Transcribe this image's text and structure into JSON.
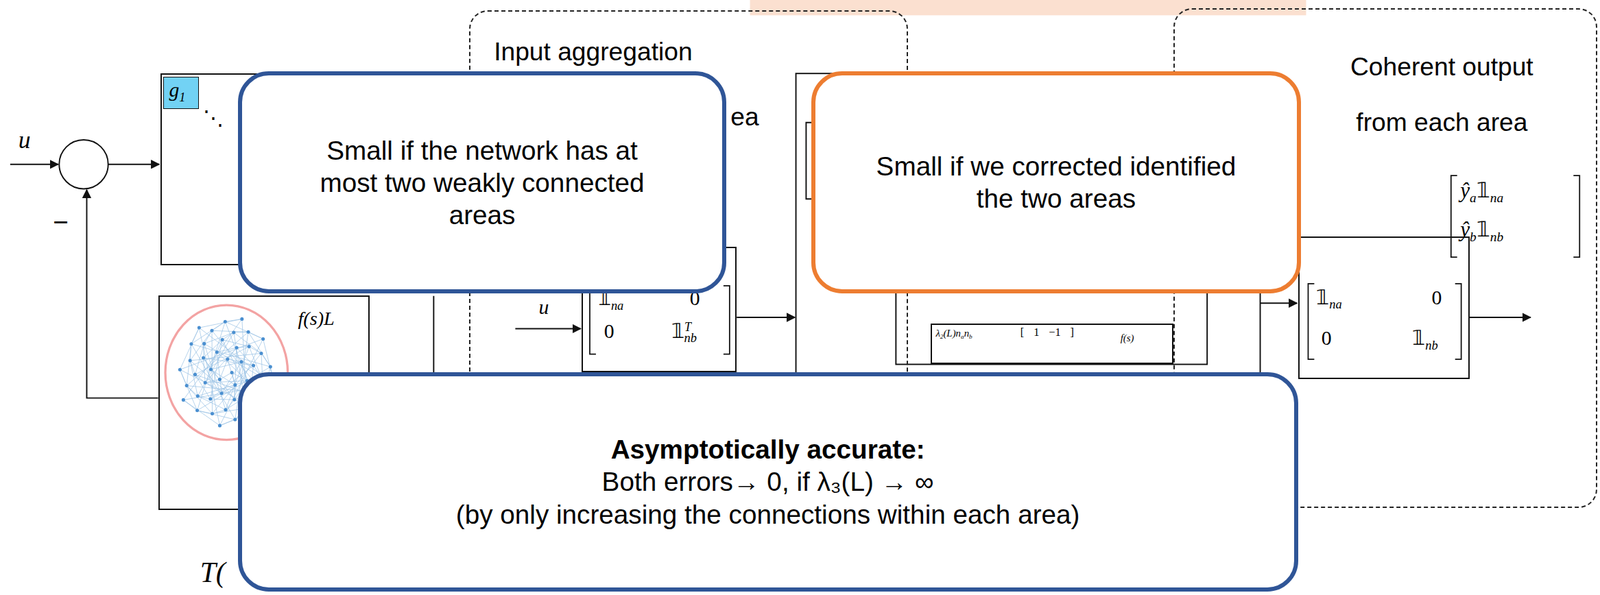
{
  "diagram": {
    "nodes": [
      {
        "text": [
          "Input aggregation",
          "ea"
        ]
      },
      {
        "text": [
          "Coherent output from each area"
        ]
      },
      {
        "text": [
          "⋱"
        ]
      },
      {
        "text": [
          "g",
          "1"
        ],
        "in": 2
      },
      {
        "text": [
          "f(s)L"
        ]
      },
      {
        "text": [
          "𝟙",
          "na",
          "0",
          "0",
          "𝟙",
          "T",
          "nb"
        ],
        "in": 0
      },
      {
        "text": [
          "λ",
          "2",
          "(L)n",
          "a",
          "n",
          "b",
          "[ 1 −1 ]",
          "f(s)"
        ]
      },
      {
        "text": [
          "𝟙",
          "na",
          "0",
          "0",
          "𝟙",
          "nb"
        ],
        "in": 1
      },
      {
        "text": [
          "Small if the network has at most two weakly connected areas"
        ]
      },
      {
        "text": [
          "Small if we corrected identified the two areas"
        ]
      },
      {
        "text": [
          "Asymptotically accurate:",
          "Both errors→ 0, if λ₃(L) → ∞",
          "(by only increasing the connections within each area)"
        ]
      }
    ],
    "labels": [
      "u",
      "−",
      "u",
      "T(",
      "ŷ",
      "a",
      "𝟙",
      "na",
      "ŷ",
      "b",
      "𝟙",
      "nb"
    ]
  }
}
